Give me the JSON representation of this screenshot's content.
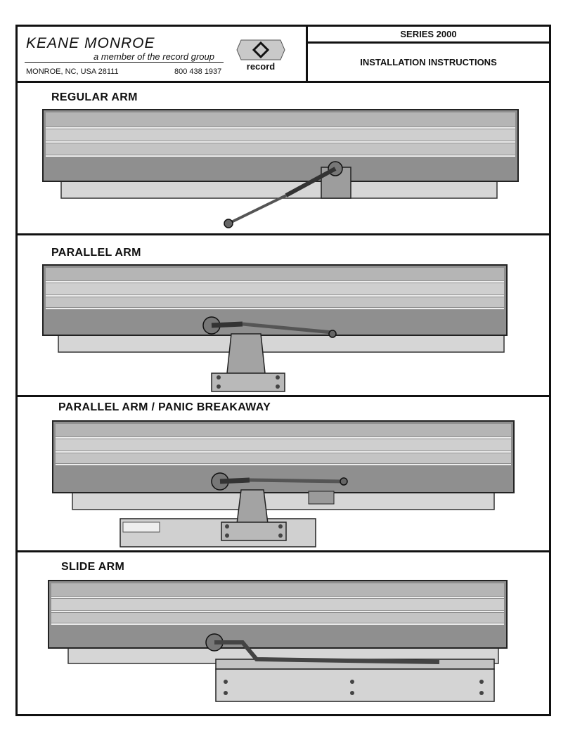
{
  "header": {
    "brand": "KEANE MONROE",
    "member": "a member of the record group",
    "address": "MONROE,  NC,  USA  28111",
    "phone": "800 438 1937",
    "logo_text": "record",
    "series": "SERIES 2000",
    "doc_title": "INSTALLATION INSTRUCTIONS"
  },
  "sections": [
    {
      "title": "REGULAR ARM"
    },
    {
      "title": "PARALLEL ARM"
    },
    {
      "title": "PARALLEL ARM / PANIC BREAKAWAY"
    },
    {
      "title": "SLIDE ARM"
    }
  ]
}
